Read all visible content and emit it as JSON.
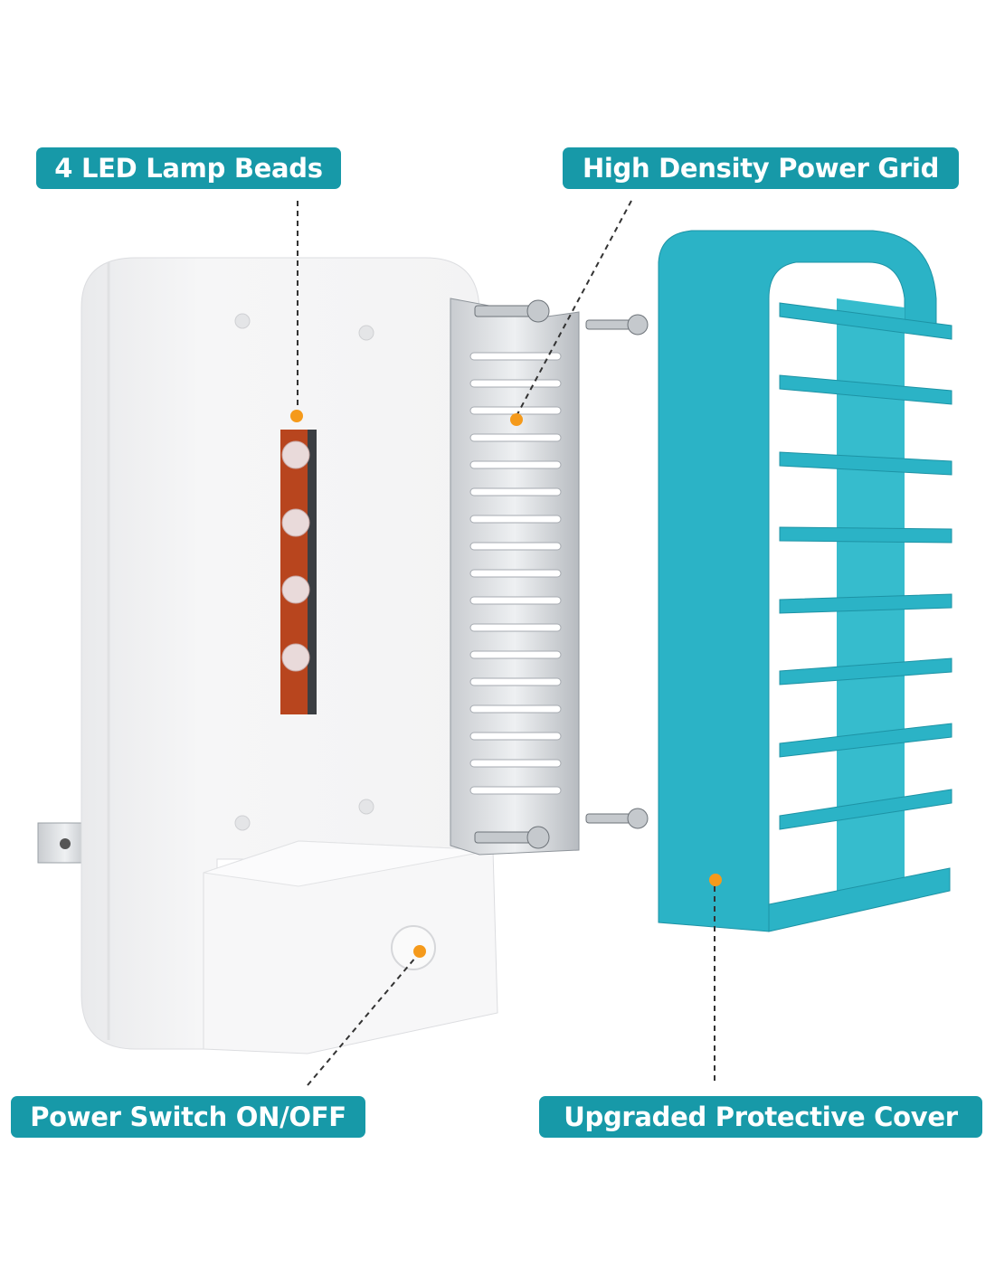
{
  "labels": {
    "led": "4 LED Lamp Beads",
    "grid": "High Density Power Grid",
    "switch": "Power Switch ON/OFF",
    "cover": "Upgraded Protective Cover"
  },
  "colors": {
    "label_bg": "#1799a8",
    "cover": "#2bb3c6",
    "marker": "#f59a1b",
    "pcb": "#b8451e"
  }
}
